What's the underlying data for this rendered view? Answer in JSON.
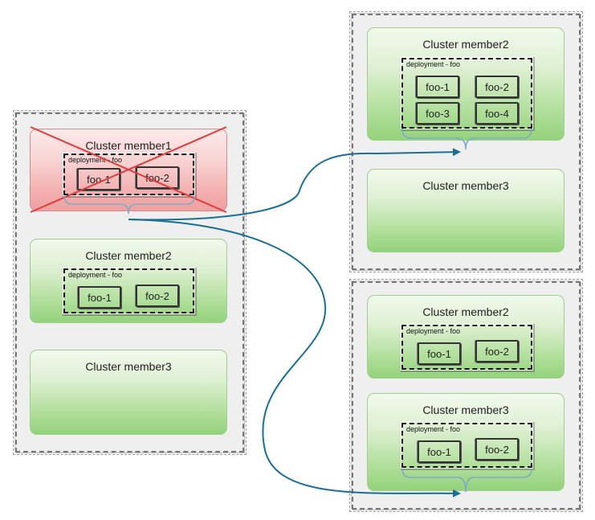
{
  "before": {
    "members": [
      {
        "title": "Cluster member1",
        "status": "failed",
        "deployment": {
          "label": "deployment - foo",
          "pods": [
            "foo-1",
            "foo-2"
          ]
        }
      },
      {
        "title": "Cluster member2",
        "status": "healthy",
        "deployment": {
          "label": "deployment - foo",
          "pods": [
            "foo-1",
            "foo-2"
          ]
        }
      },
      {
        "title": "Cluster member3",
        "status": "healthy"
      }
    ]
  },
  "after_option_a": {
    "members": [
      {
        "title": "Cluster member2",
        "deployment": {
          "label": "deployment - foo",
          "pods": [
            "foo-1",
            "foo-2",
            "foo-3",
            "foo-4"
          ]
        }
      },
      {
        "title": "Cluster member3"
      }
    ]
  },
  "after_option_b": {
    "members": [
      {
        "title": "Cluster member2",
        "deployment": {
          "label": "deployment - foo",
          "pods": [
            "foo-1",
            "foo-2"
          ]
        }
      },
      {
        "title": "Cluster member3",
        "deployment": {
          "label": "deployment - foo",
          "pods": [
            "foo-1",
            "foo-2"
          ]
        }
      }
    ]
  },
  "colors": {
    "healthy_member": "#94d27c",
    "failed_member": "#f0a0a0",
    "failure_cross": "#e23b3b",
    "arrow": "#1a6f96",
    "brace": "#7fa9c9"
  }
}
